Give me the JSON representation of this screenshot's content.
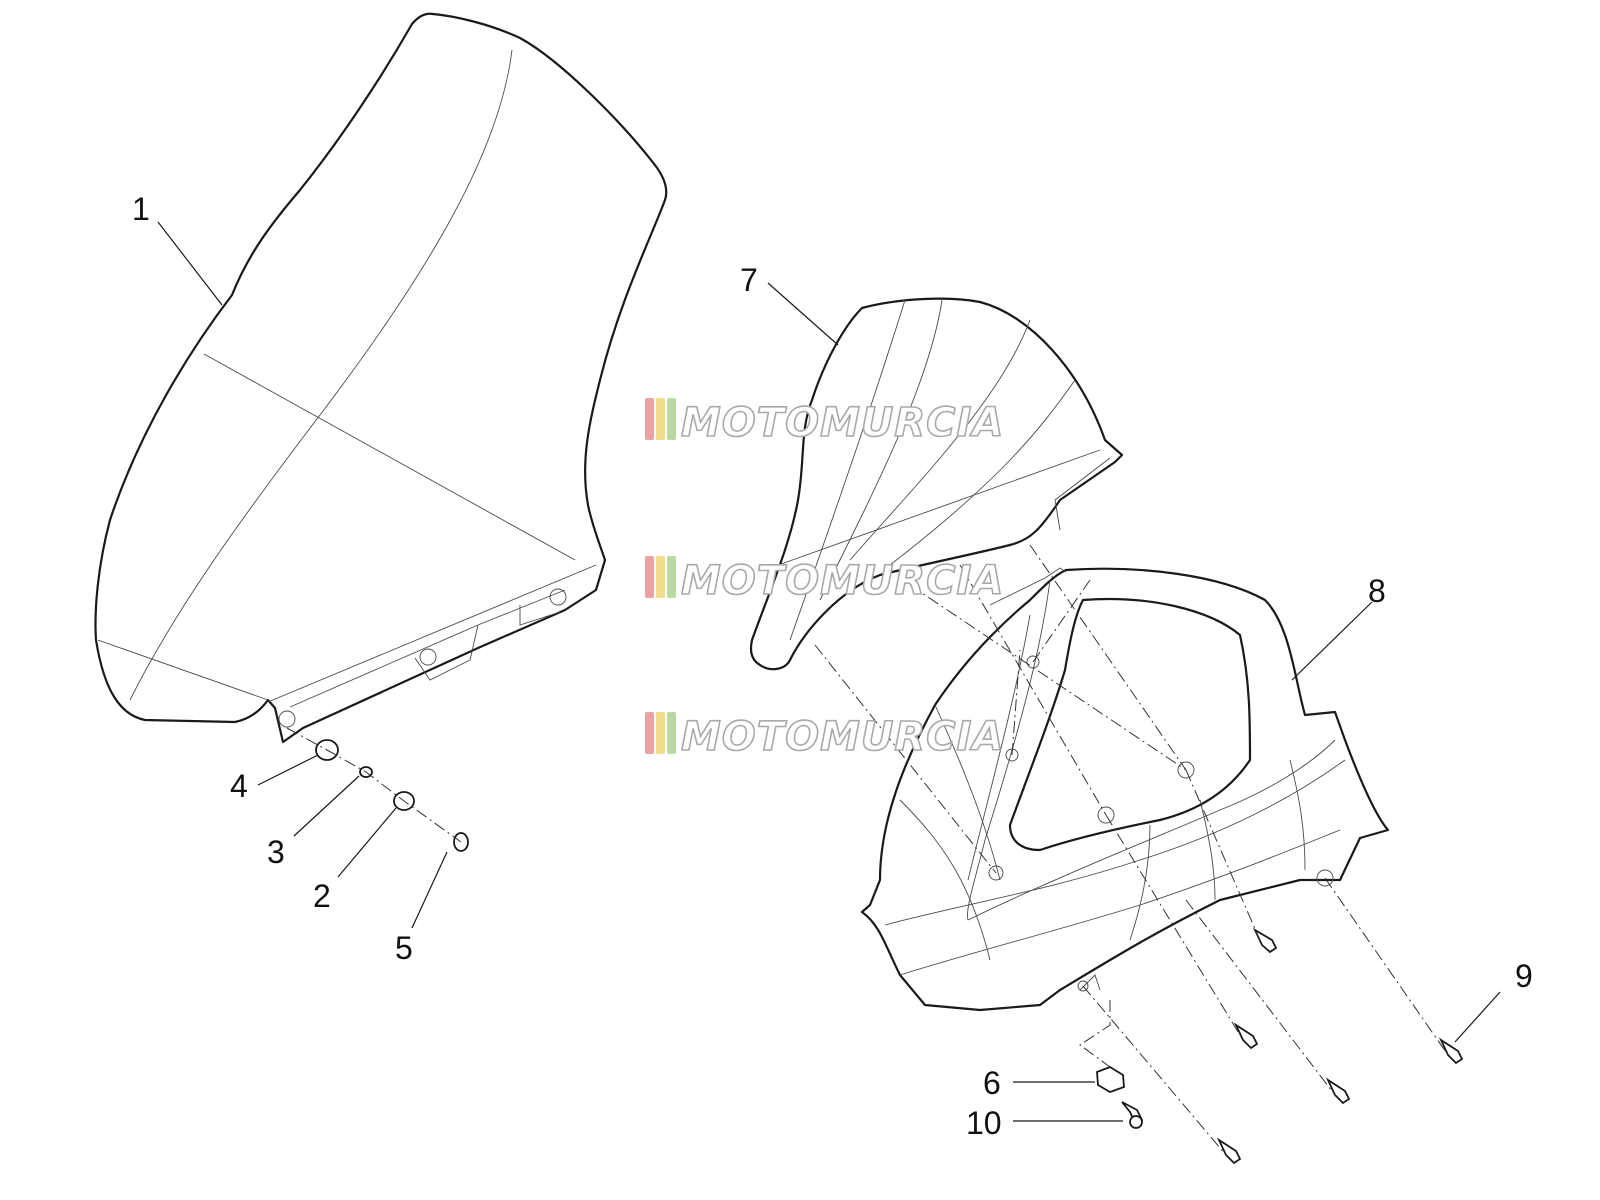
{
  "callouts": [
    "1",
    "2",
    "3",
    "4",
    "5",
    "6",
    "7",
    "8",
    "9",
    "10"
  ],
  "watermark": {
    "text": "MOTOMURCIA",
    "stripe_colors": [
      "#e9a3a3",
      "#f0dc8a",
      "#b9d9a0"
    ]
  }
}
